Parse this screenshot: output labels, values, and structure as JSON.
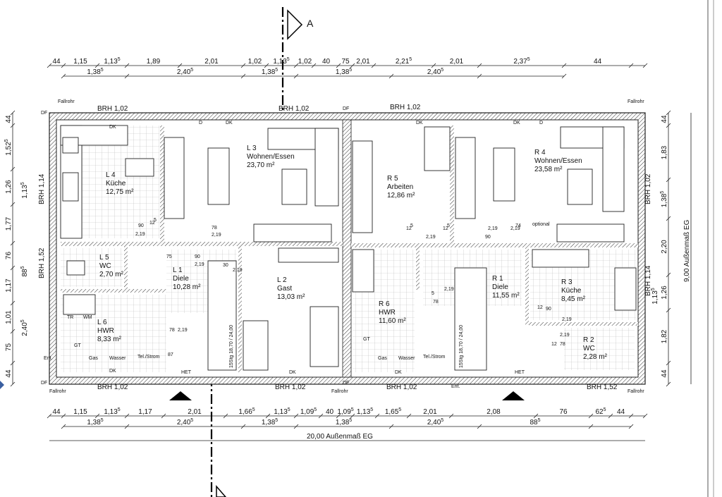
{
  "section_marker": "A",
  "dims_top": [
    {
      "t": "44",
      "s": ""
    },
    {
      "t": "1,15",
      "s": ""
    },
    {
      "t": "1,13",
      "s": "5"
    },
    {
      "t": "1,89",
      "s": ""
    },
    {
      "t": "2,01",
      "s": ""
    },
    {
      "t": "1,02",
      "s": ""
    },
    {
      "t": "1,13",
      "s": "5"
    },
    {
      "t": "1,02",
      "s": ""
    },
    {
      "t": "40",
      "s": ""
    },
    {
      "t": "75",
      "s": ""
    },
    {
      "t": "2,01",
      "s": ""
    },
    {
      "t": "2,21",
      "s": "5"
    },
    {
      "t": "2,01",
      "s": ""
    },
    {
      "t": "2,37",
      "s": "5"
    },
    {
      "t": "44",
      "s": ""
    }
  ],
  "dims_top2": [
    {
      "t": "1,38",
      "s": "5"
    },
    {
      "t": "2,40",
      "s": "5"
    },
    {
      "t": "1,38",
      "s": "5"
    },
    {
      "t": "1,38",
      "s": "5"
    },
    {
      "t": "2,40",
      "s": "5"
    }
  ],
  "dims_bottom": [
    {
      "t": "44",
      "s": ""
    },
    {
      "t": "1,15",
      "s": ""
    },
    {
      "t": "1,13",
      "s": "5"
    },
    {
      "t": "1,17",
      "s": ""
    },
    {
      "t": "2,01",
      "s": ""
    },
    {
      "t": "1,66",
      "s": "5"
    },
    {
      "t": "1,13",
      "s": "5"
    },
    {
      "t": "1,09",
      "s": "5"
    },
    {
      "t": "40",
      "s": ""
    },
    {
      "t": "1,09",
      "s": "5"
    },
    {
      "t": "1,13",
      "s": "5"
    },
    {
      "t": "1,65",
      "s": "5"
    },
    {
      "t": "2,01",
      "s": ""
    },
    {
      "t": "2,08",
      "s": ""
    },
    {
      "t": "76",
      "s": ""
    },
    {
      "t": "62",
      "s": "5"
    },
    {
      "t": "44",
      "s": ""
    }
  ],
  "dims_bottom2": [
    {
      "t": "1,38",
      "s": "5"
    },
    {
      "t": "2,40",
      "s": "5"
    },
    {
      "t": "1,38",
      "s": "5"
    },
    {
      "t": "1,38",
      "s": "5"
    },
    {
      "t": "2,40",
      "s": "5"
    },
    {
      "t": "88",
      "s": "5"
    }
  ],
  "overall_width": "20,00 Außenmaß EG",
  "overall_depth": "9,00 Außenmaß EG",
  "dims_left": [
    {
      "t": "44",
      "s": ""
    },
    {
      "t": "1,52",
      "s": "5"
    },
    {
      "t": "1,26",
      "s": ""
    },
    {
      "t": "1,77",
      "s": ""
    },
    {
      "t": "76",
      "s": ""
    },
    {
      "t": "1,17",
      "s": ""
    },
    {
      "t": "1,01",
      "s": ""
    },
    {
      "t": "75",
      "s": ""
    },
    {
      "t": "44",
      "s": ""
    }
  ],
  "dims_left2": [
    {
      "t": "1,13",
      "s": "5"
    },
    {
      "t": "88",
      "s": "5"
    },
    {
      "t": "2,40",
      "s": "5"
    }
  ],
  "dims_right": [
    {
      "t": "44",
      "s": ""
    },
    {
      "t": "1,83",
      "s": ""
    },
    {
      "t": "1,38",
      "s": "5"
    },
    {
      "t": "2,20",
      "s": ""
    },
    {
      "t": "1,26",
      "s": ""
    },
    {
      "t": "1,82",
      "s": ""
    },
    {
      "t": "44",
      "s": ""
    }
  ],
  "dims_right2": [
    {
      "t": "1,13",
      "s": "5"
    }
  ],
  "brh_labels": [
    "BRH 1,02",
    "BRH 1,02",
    "BRH 1,02",
    "BRH 1,02",
    "BRH 1,02",
    "BRH 1,02",
    "BRH 1,52",
    "BRH 1,14",
    "BRH 1,52",
    "BRH 1,02",
    "BRH 1,14"
  ],
  "brh_sup": "5",
  "fallrohr": "Fallrohr",
  "df": "DF",
  "rooms": [
    {
      "code": "L 4",
      "name": "Küche",
      "area": "12,75 m²"
    },
    {
      "code": "L 3",
      "name": "Wohnen/Essen",
      "area": "23,70 m²"
    },
    {
      "code": "R 5",
      "name": "Arbeiten",
      "area": "12,86 m²"
    },
    {
      "code": "R 4",
      "name": "Wohnen/Essen",
      "area": "23,58 m²"
    },
    {
      "code": "L 5",
      "name": "WC",
      "area": "2,70 m²"
    },
    {
      "code": "L 1",
      "name": "Diele",
      "area": "10,28 m²"
    },
    {
      "code": "L 2",
      "name": "Gast",
      "area": "13,03 m²"
    },
    {
      "code": "R 6",
      "name": "HWR",
      "area": "11,60 m²"
    },
    {
      "code": "R 1",
      "name": "Diele",
      "area": "11,55 m²"
    },
    {
      "code": "R 3",
      "name": "Küche",
      "area": "8,45 m²"
    },
    {
      "code": "L 6",
      "name": "HWR",
      "area": "8,33 m²"
    },
    {
      "code": "R 2",
      "name": "WC",
      "area": "2,28 m²"
    }
  ],
  "labels": {
    "dk": "DK",
    "d": "D",
    "het": "HET",
    "tr": "TR",
    "wm": "WM",
    "gt": "GT",
    "gas": "Gas",
    "wasser": "Wasser",
    "tel": "Tel./Strom",
    "ent": "Ent.",
    "optional": "optional",
    "stairs": "15Stg 18,70 / 24,00"
  },
  "openings": [
    "90",
    "2,19",
    "12",
    "5",
    "75",
    "90",
    "2,19",
    "30",
    "2,19",
    "78",
    "2,19",
    "87",
    "12",
    "5",
    "2,19",
    "12",
    "5",
    "2,19",
    "90",
    "2,19",
    "74",
    "5",
    "78",
    "2,19",
    "12",
    "90",
    "2,19",
    "12",
    "78",
    "2,19",
    "78",
    "2,19"
  ]
}
